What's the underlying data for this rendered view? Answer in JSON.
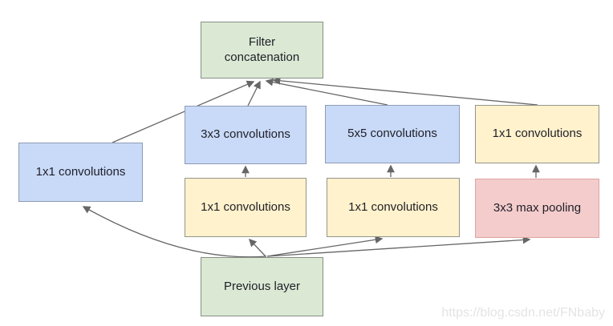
{
  "diagram": {
    "type": "flowchart",
    "nodes": [
      {
        "id": "filter-concat",
        "label": "Filter concatenation",
        "fill": "#dbe9d4",
        "role": "output"
      },
      {
        "id": "conv1x1-branch1",
        "label": "1x1 convolutions",
        "fill": "#c9daf8",
        "role": "convolution"
      },
      {
        "id": "conv3x3",
        "label": "3x3 convolutions",
        "fill": "#c9daf8",
        "role": "convolution"
      },
      {
        "id": "conv5x5",
        "label": "5x5 convolutions",
        "fill": "#c9daf8",
        "role": "convolution"
      },
      {
        "id": "conv1x1-after-pool",
        "label": "1x1 convolutions",
        "fill": "#fff2cc",
        "role": "reduction"
      },
      {
        "id": "conv1x1-before-3x3",
        "label": "1x1 convolutions",
        "fill": "#fff2cc",
        "role": "reduction"
      },
      {
        "id": "conv1x1-before-5x5",
        "label": "1x1 convolutions",
        "fill": "#fff2cc",
        "role": "reduction"
      },
      {
        "id": "maxpool3x3",
        "label": "3x3 max pooling",
        "fill": "#f4cccc",
        "role": "pooling"
      },
      {
        "id": "previous-layer",
        "label": "Previous layer",
        "fill": "#dbe9d4",
        "role": "input"
      }
    ],
    "edges": [
      {
        "from": "previous-layer",
        "to": "conv1x1-branch1"
      },
      {
        "from": "previous-layer",
        "to": "conv1x1-before-3x3"
      },
      {
        "from": "previous-layer",
        "to": "conv1x1-before-5x5"
      },
      {
        "from": "previous-layer",
        "to": "maxpool3x3"
      },
      {
        "from": "conv1x1-before-3x3",
        "to": "conv3x3"
      },
      {
        "from": "conv1x1-before-5x5",
        "to": "conv5x5"
      },
      {
        "from": "maxpool3x3",
        "to": "conv1x1-after-pool"
      },
      {
        "from": "conv1x1-branch1",
        "to": "filter-concat"
      },
      {
        "from": "conv3x3",
        "to": "filter-concat"
      },
      {
        "from": "conv5x5",
        "to": "filter-concat"
      },
      {
        "from": "conv1x1-after-pool",
        "to": "filter-concat"
      }
    ],
    "palette": {
      "input_output_fill": "#dbe9d4",
      "convolution_fill": "#c9daf8",
      "reduction_fill": "#fff2cc",
      "pooling_fill": "#f4cccc",
      "arrow": "#666666"
    },
    "watermark": "https://blog.csdn.net/FNbaby"
  }
}
